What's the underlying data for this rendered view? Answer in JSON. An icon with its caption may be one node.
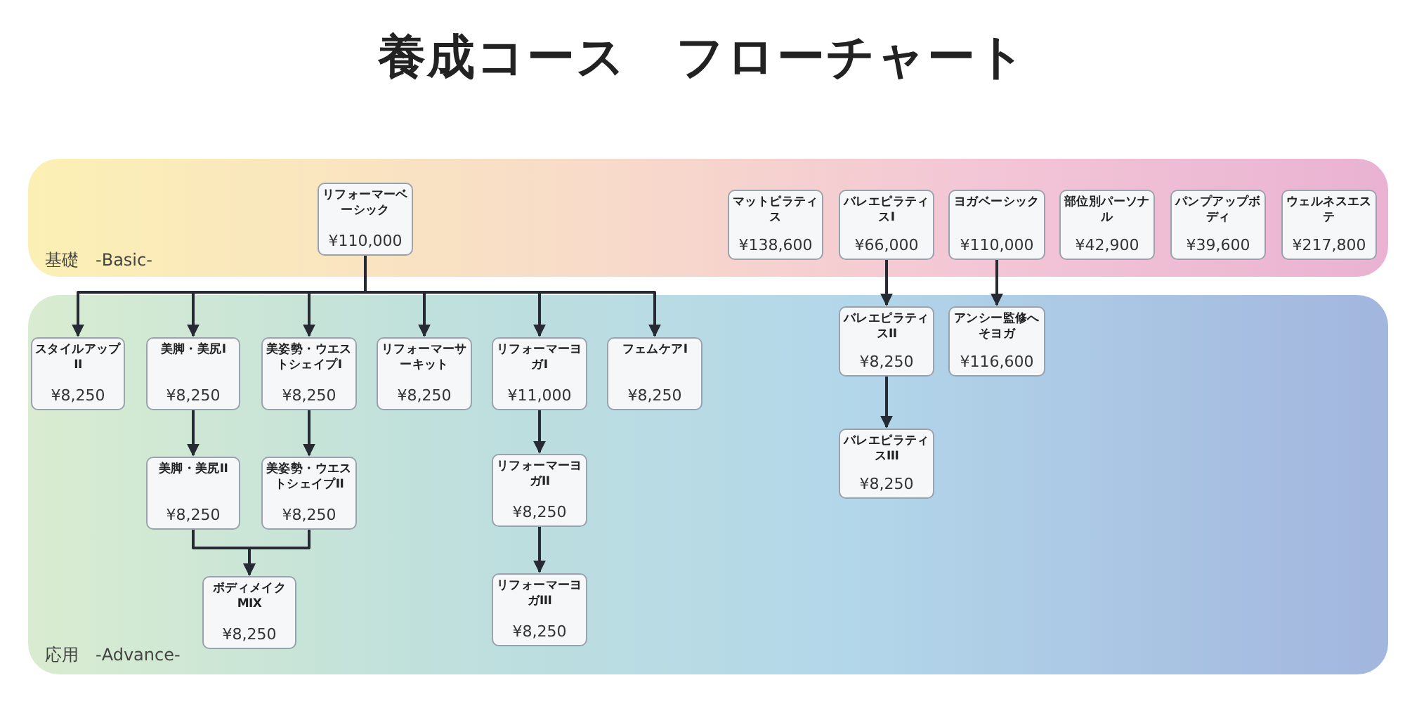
{
  "diagram": {
    "title": "養成コース　フローチャート",
    "nodes": [
      {
        "text": [
          "基礎　-Basic-"
        ]
      },
      {
        "text": [
          "リフォーマーベーシック",
          "¥110,000"
        ],
        "in": 0
      },
      {
        "text": [
          "マットピラティス",
          "¥138,600"
        ],
        "in": 0
      },
      {
        "text": [
          "バレエピラティスI",
          "¥66,000"
        ],
        "in": 0
      },
      {
        "text": [
          "ヨガベーシック",
          "¥110,000"
        ],
        "in": 0
      },
      {
        "text": [
          "部位別パーソナル",
          "¥42,900"
        ],
        "in": 0
      },
      {
        "text": [
          "パンプアップボディ",
          "¥39,600"
        ],
        "in": 0
      },
      {
        "text": [
          "ウェルネスエステ",
          "¥217,800"
        ],
        "in": 0
      },
      {
        "text": [
          "応用　-Advance-"
        ]
      },
      {
        "text": [
          "スタイルアップII",
          "¥8,250"
        ],
        "in": 8
      },
      {
        "text": [
          "美脚・美尻I",
          "¥8,250"
        ],
        "in": 8
      },
      {
        "text": [
          "美姿勢・ウエストシェイプI",
          "¥8,250"
        ],
        "in": 8
      },
      {
        "text": [
          "リフォーマーサーキット",
          "¥8,250"
        ],
        "in": 8
      },
      {
        "text": [
          "リフォーマーヨガI",
          "¥11,000"
        ],
        "in": 8
      },
      {
        "text": [
          "フェムケアI",
          "¥8,250"
        ],
        "in": 8
      },
      {
        "text": [
          "バレエピラティスII",
          "¥8,250"
        ],
        "in": 8
      },
      {
        "text": [
          "アンシー監修へそヨガ",
          "¥116,600"
        ],
        "in": 8
      },
      {
        "text": [
          "美脚・美尻II",
          "¥8,250"
        ],
        "in": 8
      },
      {
        "text": [
          "美姿勢・ウエストシェイプII",
          "¥8,250"
        ],
        "in": 8
      },
      {
        "text": [
          "リフォーマーヨガII",
          "¥8,250"
        ],
        "in": 8
      },
      {
        "text": [
          "バレエピラティスIII",
          "¥8,250"
        ],
        "in": 8
      },
      {
        "text": [
          "ボディメイクMIX",
          "¥8,250"
        ],
        "in": 8
      },
      {
        "text": [
          "リフォーマーヨガIII",
          "¥8,250"
        ],
        "in": 8
      }
    ],
    "edges": [
      {
        "from": 1,
        "to": 9,
        "arrow": "to"
      },
      {
        "from": 1,
        "to": 10,
        "arrow": "to"
      },
      {
        "from": 1,
        "to": 11,
        "arrow": "to"
      },
      {
        "from": 1,
        "to": 12,
        "arrow": "to"
      },
      {
        "from": 1,
        "to": 13,
        "arrow": "to"
      },
      {
        "from": 1,
        "to": 14,
        "arrow": "to"
      },
      {
        "from": 3,
        "to": 15,
        "arrow": "to"
      },
      {
        "from": 4,
        "to": 16,
        "arrow": "to"
      },
      {
        "from": 10,
        "to": 17,
        "arrow": "to"
      },
      {
        "from": 11,
        "to": 18,
        "arrow": "to"
      },
      {
        "from": 13,
        "to": 19,
        "arrow": "to"
      },
      {
        "from": 15,
        "to": 20,
        "arrow": "to"
      },
      {
        "from": 17,
        "to": 21,
        "arrow": "to"
      },
      {
        "from": 18,
        "to": 21,
        "arrow": "to"
      },
      {
        "from": 19,
        "to": 22,
        "arrow": "to"
      }
    ]
  }
}
